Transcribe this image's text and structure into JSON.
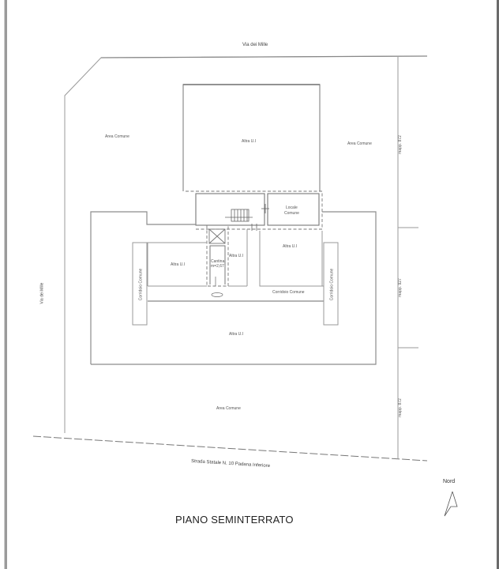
{
  "drawing": {
    "title": "PIANO SEMINTERRATO",
    "north_label": "Nord"
  },
  "streets": {
    "top": "Via dei Mille",
    "left": "Via dei Mille",
    "bottom": "Strada Statale N. 10 Padana Inferiore"
  },
  "parcels": {
    "top_right": "mapp. 872",
    "middle_right": "mapp. 927",
    "bottom_right": "mapp. 872"
  },
  "areas": {
    "common_top_left": "Area Comune",
    "common_top_right": "Area Comune",
    "common_bottom": "Area Comune"
  },
  "units": {
    "top_block": "Altra U.I",
    "left_wing": "Altra U.I",
    "center_small": "Altra U.I",
    "right_wing": "Altra U.I",
    "bottom_block": "Altra U.I"
  },
  "rooms": {
    "locale_comune_line1": "Locale",
    "locale_comune_line2": "Comune",
    "cantina_line1": "Cantina",
    "cantina_line2": "m=2,67"
  },
  "corridors": {
    "main": "Corridoio Comune",
    "left": "Corridoio Comune",
    "right": "Corridoio Comune"
  },
  "colors": {
    "line": "#8c8c8c",
    "dark_line": "#555555",
    "text": "#555555"
  }
}
